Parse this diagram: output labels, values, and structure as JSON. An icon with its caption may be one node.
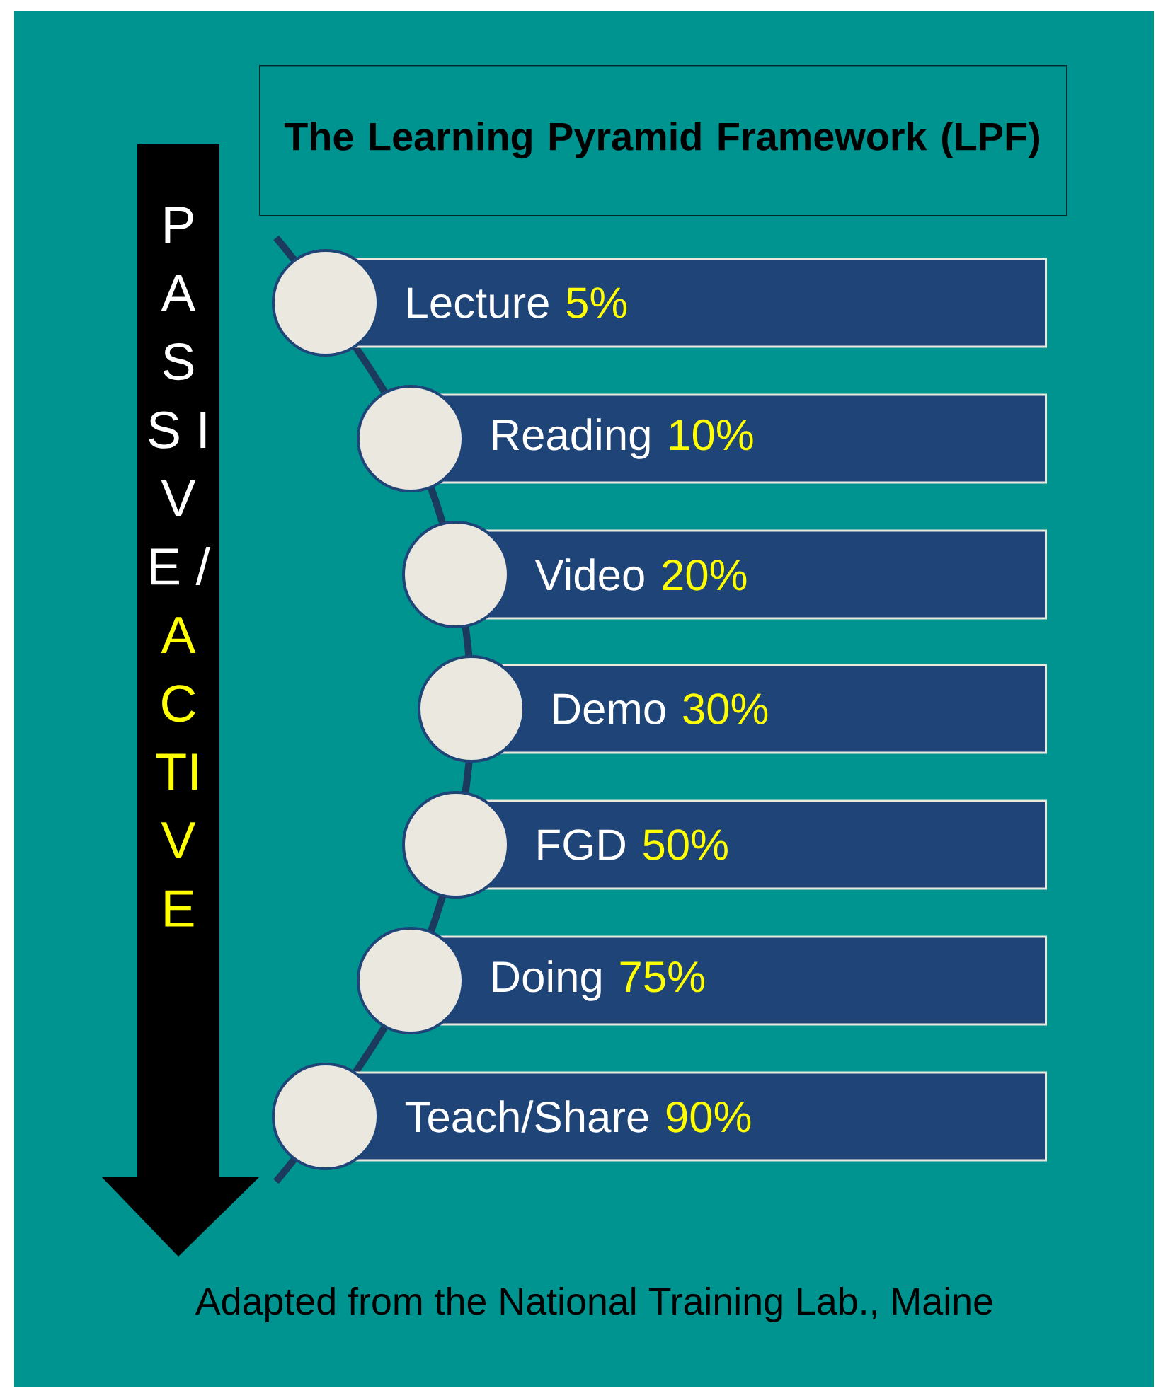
{
  "diagram": {
    "title": "The Learning Pyramid Framework (LPF)",
    "caption": "Adapted from the National Training Lab., Maine",
    "nodes": [
      {
        "text": [
          "P A S S I V E /",
          "A C TI V E"
        ]
      },
      {
        "text": [
          "Lecture",
          "5%"
        ]
      },
      {
        "text": [
          "Reading",
          "10%"
        ]
      },
      {
        "text": [
          "Video",
          "20%"
        ]
      },
      {
        "text": [
          "Demo",
          "30%"
        ]
      },
      {
        "text": [
          "FGD",
          "50%"
        ]
      },
      {
        "text": [
          "Doing",
          "75%"
        ]
      },
      {
        "text": [
          "Teach/Share",
          "90%"
        ]
      }
    ]
  }
}
